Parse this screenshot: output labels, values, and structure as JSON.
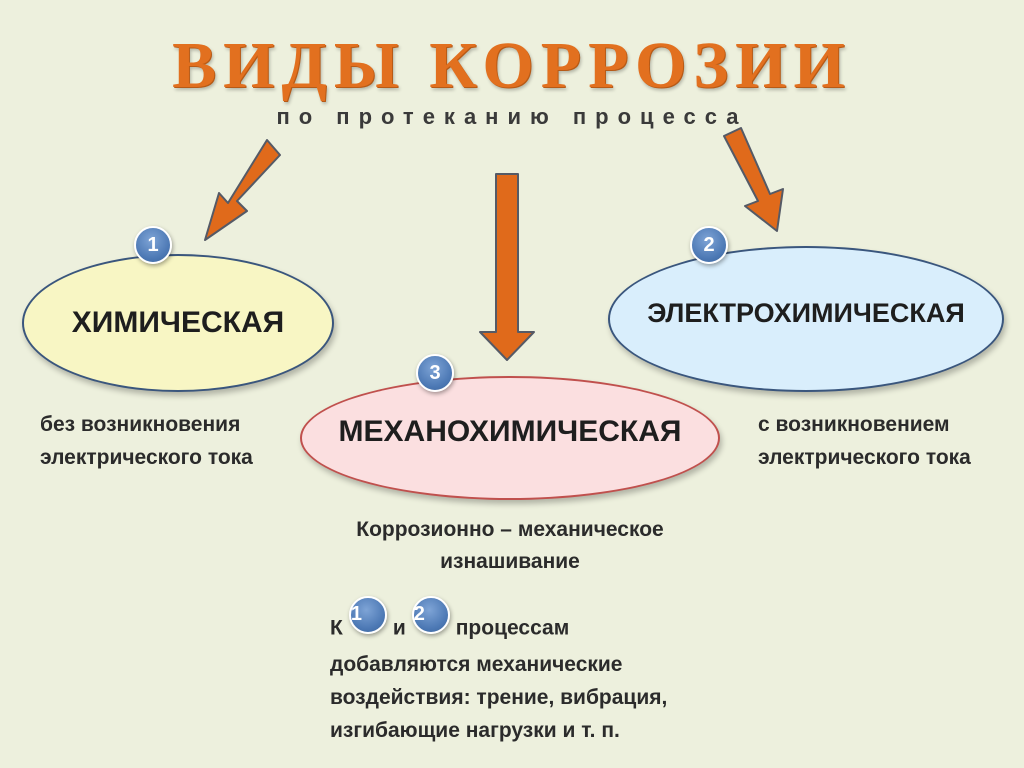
{
  "title": "ВИДЫ КОРРОЗИИ",
  "subtitle": "по протеканию процесса",
  "colors": {
    "title": "#e2701f",
    "arrow": "#e06a1b",
    "arrow_outline": "#555a66",
    "badge": "#4c78b4",
    "chem_fill": "#f8f6c4",
    "electro_fill": "#d9eefc",
    "mech_fill": "#fbdfe0",
    "mech_border": "#c0504d",
    "ellipse_border": "#3a567d"
  },
  "types": {
    "chemical": {
      "number": "1",
      "label": "ХИМИЧЕСКАЯ",
      "note_line1": "без возникновения",
      "note_line2": "электрического тока"
    },
    "electrochemical": {
      "number": "2",
      "label": "ЭЛЕКТРОХИМИЧЕСКАЯ",
      "note_line1": "с возникновением",
      "note_line2": "электрического тока"
    },
    "mechanochemical": {
      "number": "3",
      "label": "МЕХАНОХИМИЧЕСКАЯ",
      "desc_line1": "Коррозионно – механическое",
      "desc_line2": "изнашивание",
      "list": {
        "prefix": "К",
        "badge_a": "1",
        "conj": "и",
        "badge_b": "2",
        "suffix": "процессам",
        "line2": "добавляются механические",
        "line3": "воздействия: трение, вибрация,",
        "line4": "изгибающие нагрузки и т. п."
      }
    }
  }
}
